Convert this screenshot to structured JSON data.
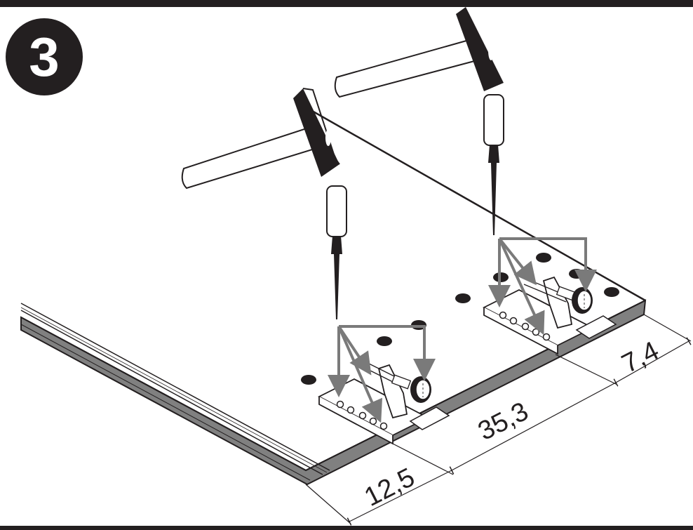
{
  "step": {
    "number": "3"
  },
  "dimensions": {
    "front_offset": "12,5",
    "middle_spacing": "35,3",
    "rear_offset": "7,4"
  },
  "colors": {
    "ink": "#231f20",
    "panel_edge": "#808080",
    "arrow": "#7a7a7a",
    "bar": "#231f20"
  },
  "icons": [
    "hammer-icon",
    "awl-icon",
    "hinge-bracket-icon",
    "drill-hole-icon"
  ]
}
